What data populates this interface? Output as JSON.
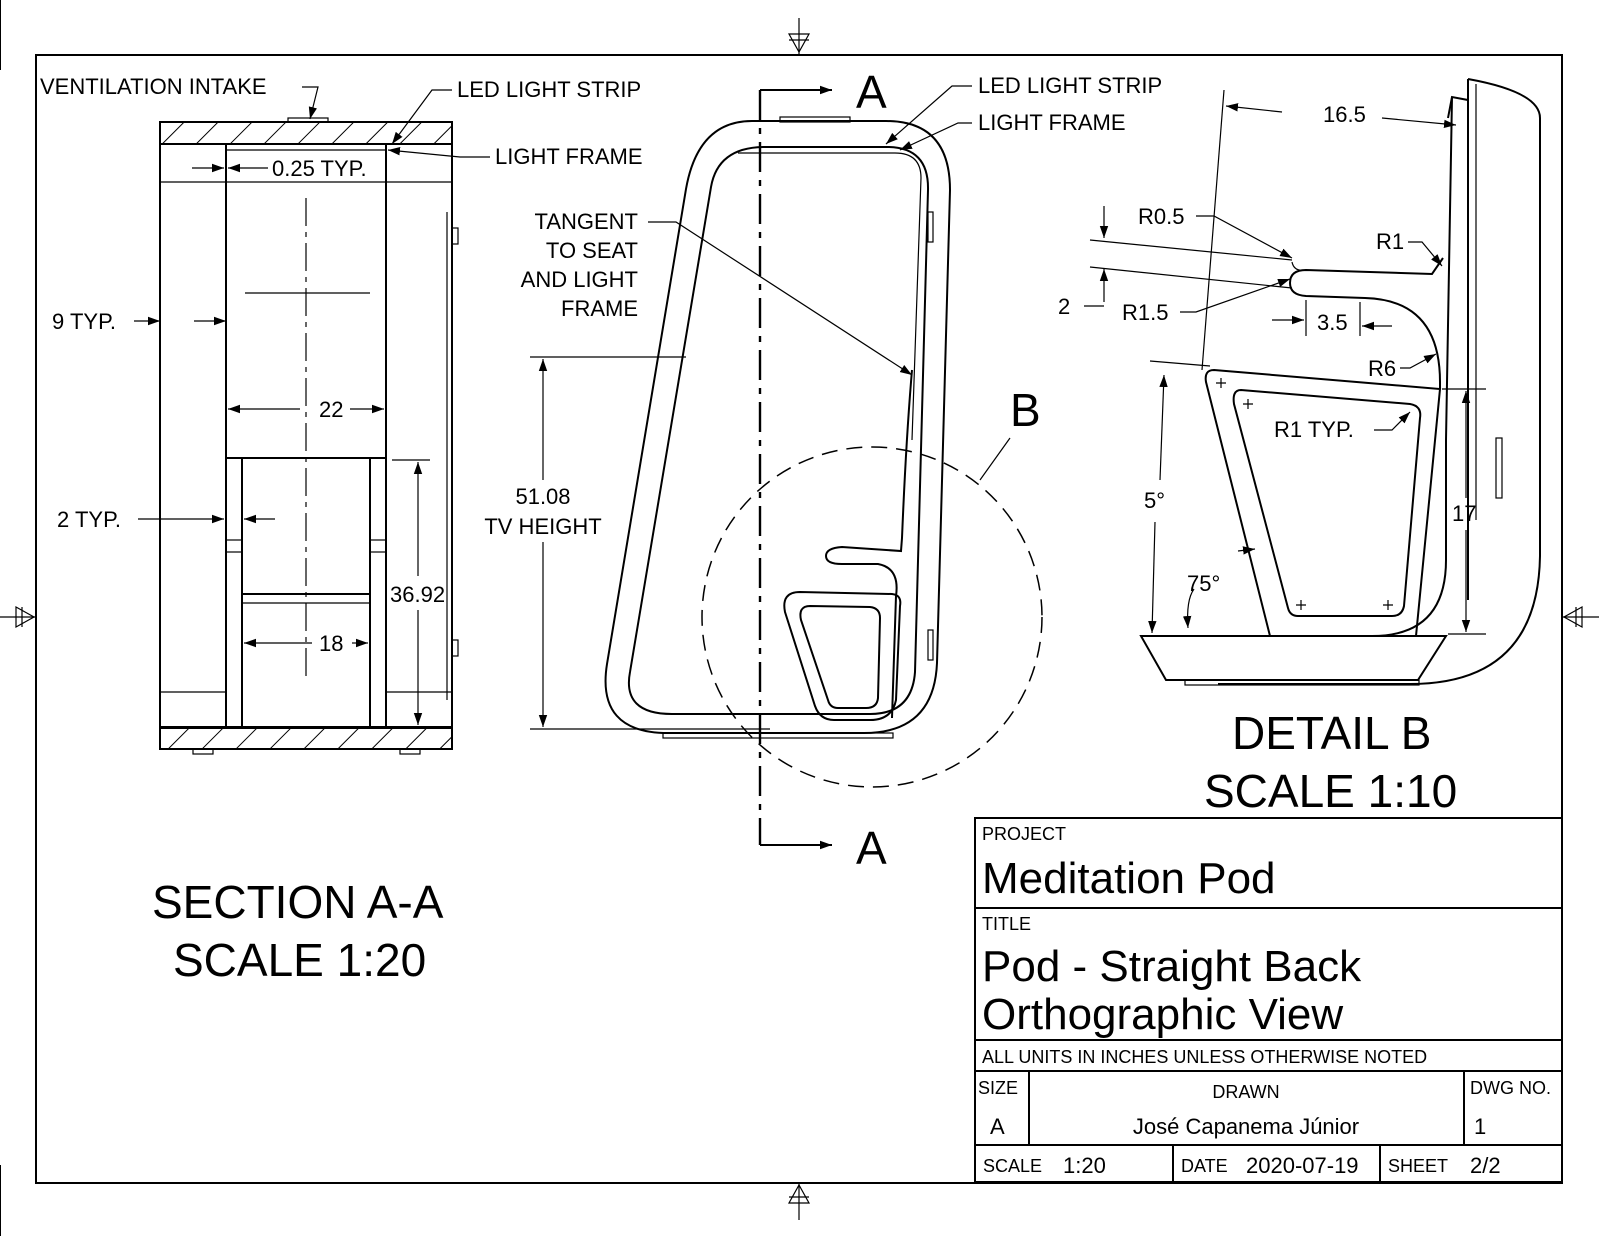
{
  "section_view": {
    "labels": {
      "ventilation_intake": "VENTILATION INTAKE",
      "led_light_strip": "LED LIGHT STRIP",
      "light_frame": "LIGHT  FRAME",
      "typ_0_25": "0.25 TYP.",
      "typ_9": "9 TYP.",
      "dim_22": "22",
      "typ_2": "2 TYP.",
      "dim_36_92": "36.92",
      "dim_18": "18"
    },
    "title": "SECTION A-A",
    "scale": "SCALE 1:20"
  },
  "side_view": {
    "labels": {
      "tangent_line1": "TANGENT",
      "tangent_line2": "TO SEAT",
      "tangent_line3": "AND LIGHT",
      "tangent_line4": "FRAME",
      "tv_height_value": "51.08",
      "tv_height_label": "TV HEIGHT",
      "led_light_strip": "LED LIGHT STRIP",
      "light_frame": "LIGHT  FRAME",
      "cut_label_top": "A",
      "cut_label_bottom": "A",
      "detail_label": "B"
    }
  },
  "detail_view": {
    "labels": {
      "dim_16_5": "16.5",
      "r0_5": "R0.5",
      "r1": "R1",
      "dim_2": "2",
      "r1_5": "R1.5",
      "dim_3_5": "3.5",
      "r6": "R6",
      "r1_typ": "R1 TYP.",
      "angle_5": "5°",
      "dim_17": "17",
      "angle_75": "75°"
    },
    "title": "DETAIL B",
    "scale": "SCALE 1:10"
  },
  "title_block": {
    "project_label": "PROJECT",
    "project_value": "Meditation Pod",
    "title_label": "TITLE",
    "title_line1": "Pod - Straight Back",
    "title_line2": "Orthographic View",
    "units_note": "ALL UNITS IN INCHES UNLESS OTHERWISE NOTED",
    "size_label": "SIZE",
    "size_value": "A",
    "drawn_label": "DRAWN",
    "drawn_value": "José Capanema Júnior",
    "dwg_no_label": "DWG NO.",
    "dwg_no_value": "1",
    "scale_label": "SCALE",
    "scale_value": "1:20",
    "date_label": "DATE",
    "date_value": "2020-07-19",
    "sheet_label": "SHEET",
    "sheet_value": "2/2"
  }
}
